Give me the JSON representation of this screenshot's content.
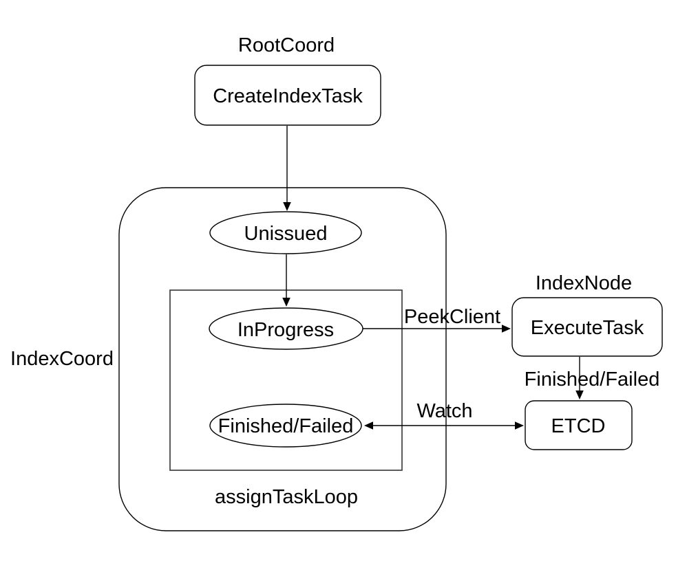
{
  "diagram": {
    "background": "#ffffff",
    "stroke_color": "#000000",
    "text_color": "#000000",
    "labels": {
      "root_coord": "RootCoord",
      "index_coord": "IndexCoord",
      "index_node": "IndexNode",
      "assign_task_loop": "assignTaskLoop"
    },
    "nodes": {
      "create_index_task": "CreateIndexTask",
      "unissued": "Unissued",
      "in_progress": "InProgress",
      "finished_failed": "Finished/Failed",
      "execute_task": "ExecuteTask",
      "etcd": "ETCD"
    },
    "edges": {
      "peek_client": "PeekClient",
      "finished_failed": "Finished/Failed",
      "watch": "Watch"
    }
  }
}
